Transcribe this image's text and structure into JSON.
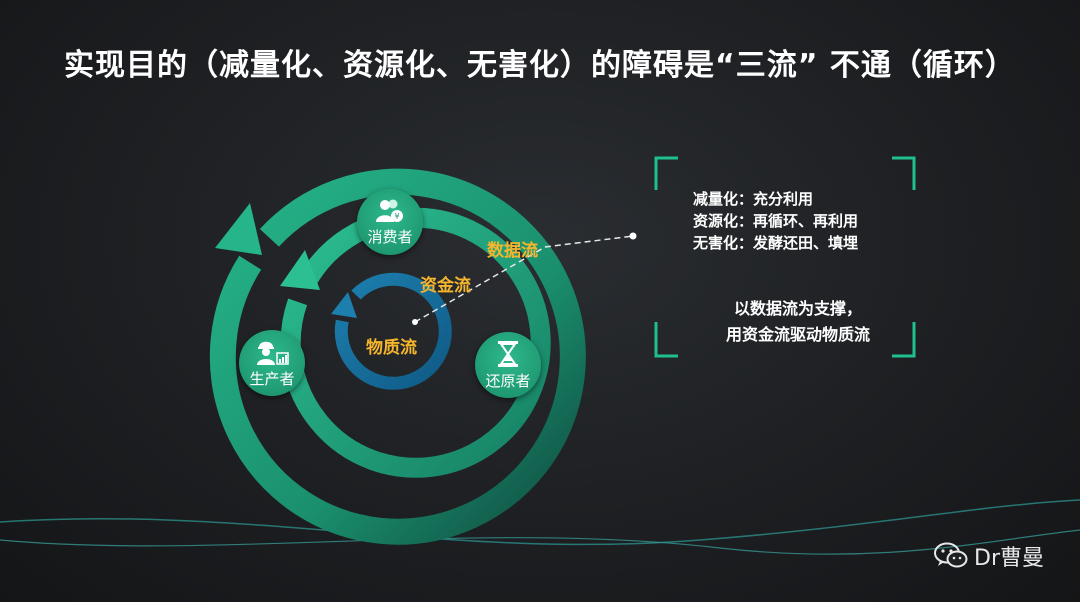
{
  "title": "实现目的（减量化、资源化、无害化）的障碍是“三流” 不通（循环）",
  "nodes": {
    "consumer": "消费者",
    "producer": "生产者",
    "restorer": "还原者"
  },
  "flows": {
    "data": "数据流",
    "capital": "资金流",
    "material": "物质流"
  },
  "info": {
    "line1": "减量化：充分利用",
    "line2": "资源化：再循环、再利用",
    "line3": "无害化：发酵还田、填埋",
    "summary1": "以数据流为支撑，",
    "summary2": "用资金流驱动物质流"
  },
  "watermark": "Dr曹曼",
  "colors": {
    "ring": "#1e9f7a",
    "accent": "#f5b52d",
    "node": "#1f9a72"
  }
}
